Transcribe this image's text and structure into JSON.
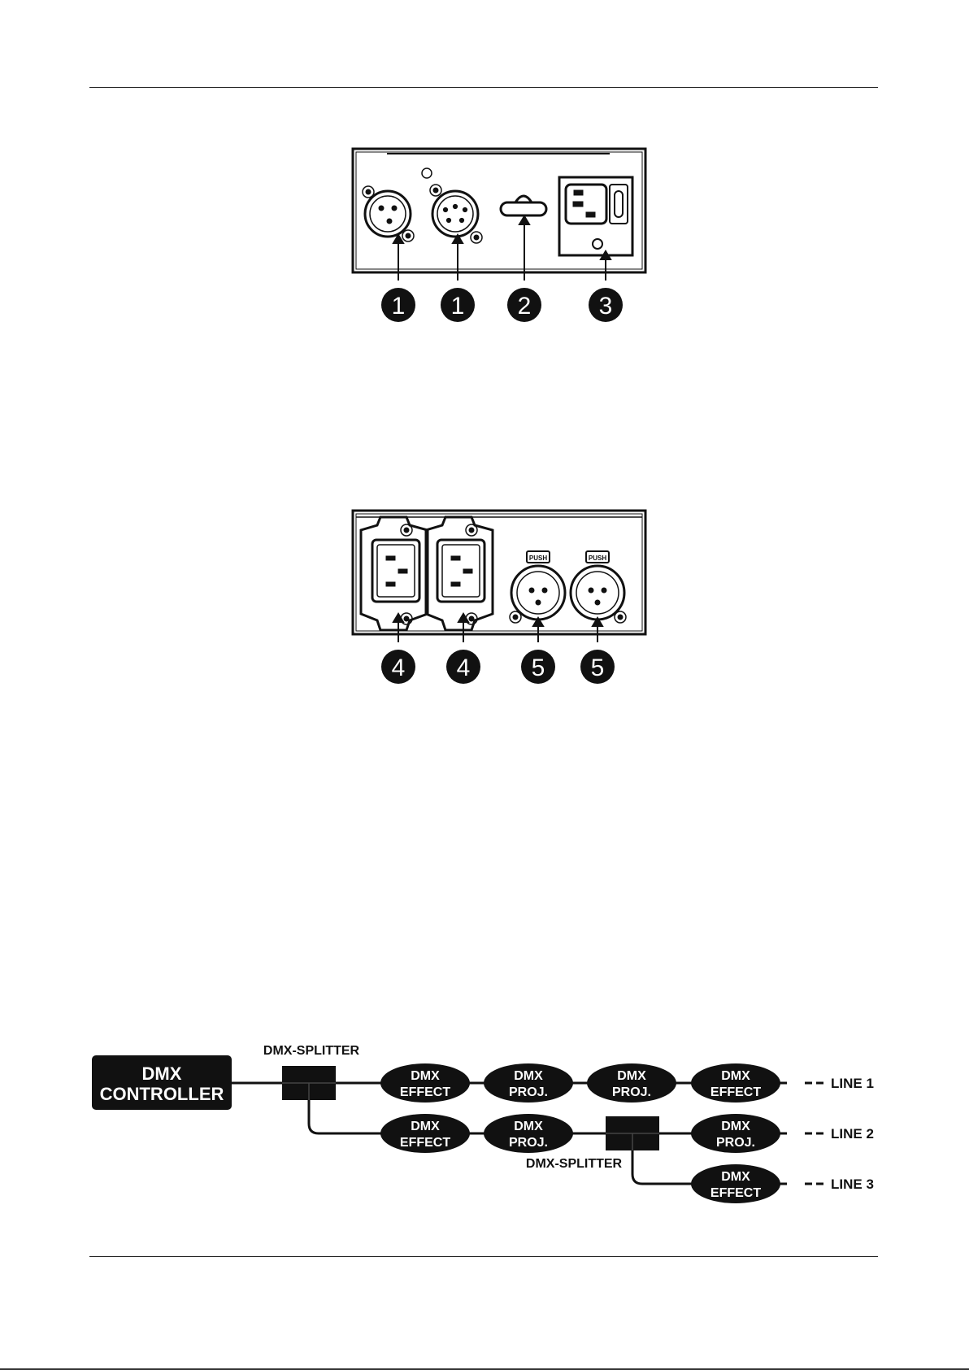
{
  "front_panel": {
    "callouts": [
      "1",
      "1",
      "2",
      "3"
    ]
  },
  "rear_panel": {
    "callouts": [
      "4",
      "4",
      "5",
      "5"
    ],
    "push_label": "PUSH"
  },
  "dmx_diagram": {
    "controller": [
      "DMX",
      "CONTROLLER"
    ],
    "splitter_top_label": "DMX-SPLITTER",
    "splitter_mid_label": "DMX-SPLITTER",
    "line1": {
      "devices": [
        [
          "DMX",
          "EFFECT"
        ],
        [
          "DMX",
          "PROJ."
        ],
        [
          "DMX",
          "PROJ."
        ],
        [
          "DMX",
          "EFFECT"
        ]
      ],
      "label": "LINE 1"
    },
    "line2": {
      "devices": [
        [
          "DMX",
          "EFFECT"
        ],
        [
          "DMX",
          "PROJ."
        ],
        [
          "DMX",
          "PROJ."
        ]
      ],
      "label": "LINE 2"
    },
    "line3": {
      "devices": [
        [
          "DMX",
          "EFFECT"
        ]
      ],
      "label": "LINE 3"
    }
  },
  "colors": {
    "ink": "#111111",
    "paper": "#ffffff"
  }
}
